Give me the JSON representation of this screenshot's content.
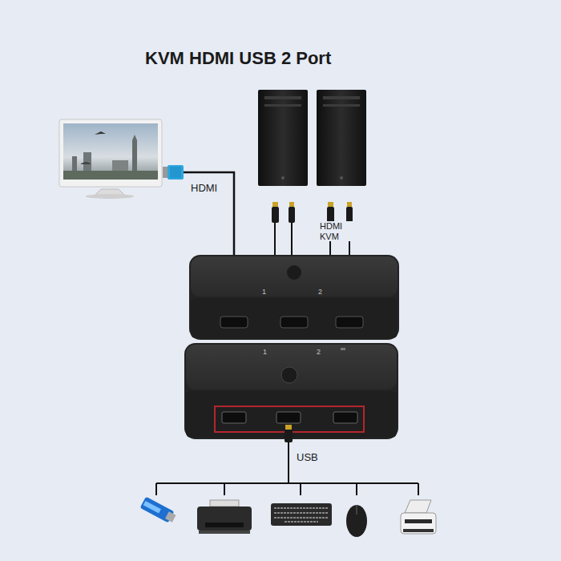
{
  "diagram": {
    "title": "KVM HDMI USB 2 Port",
    "labels": [
      "HDMI",
      "HDMI KVM",
      "1",
      "2",
      "1",
      "2",
      "USB"
    ]
  }
}
